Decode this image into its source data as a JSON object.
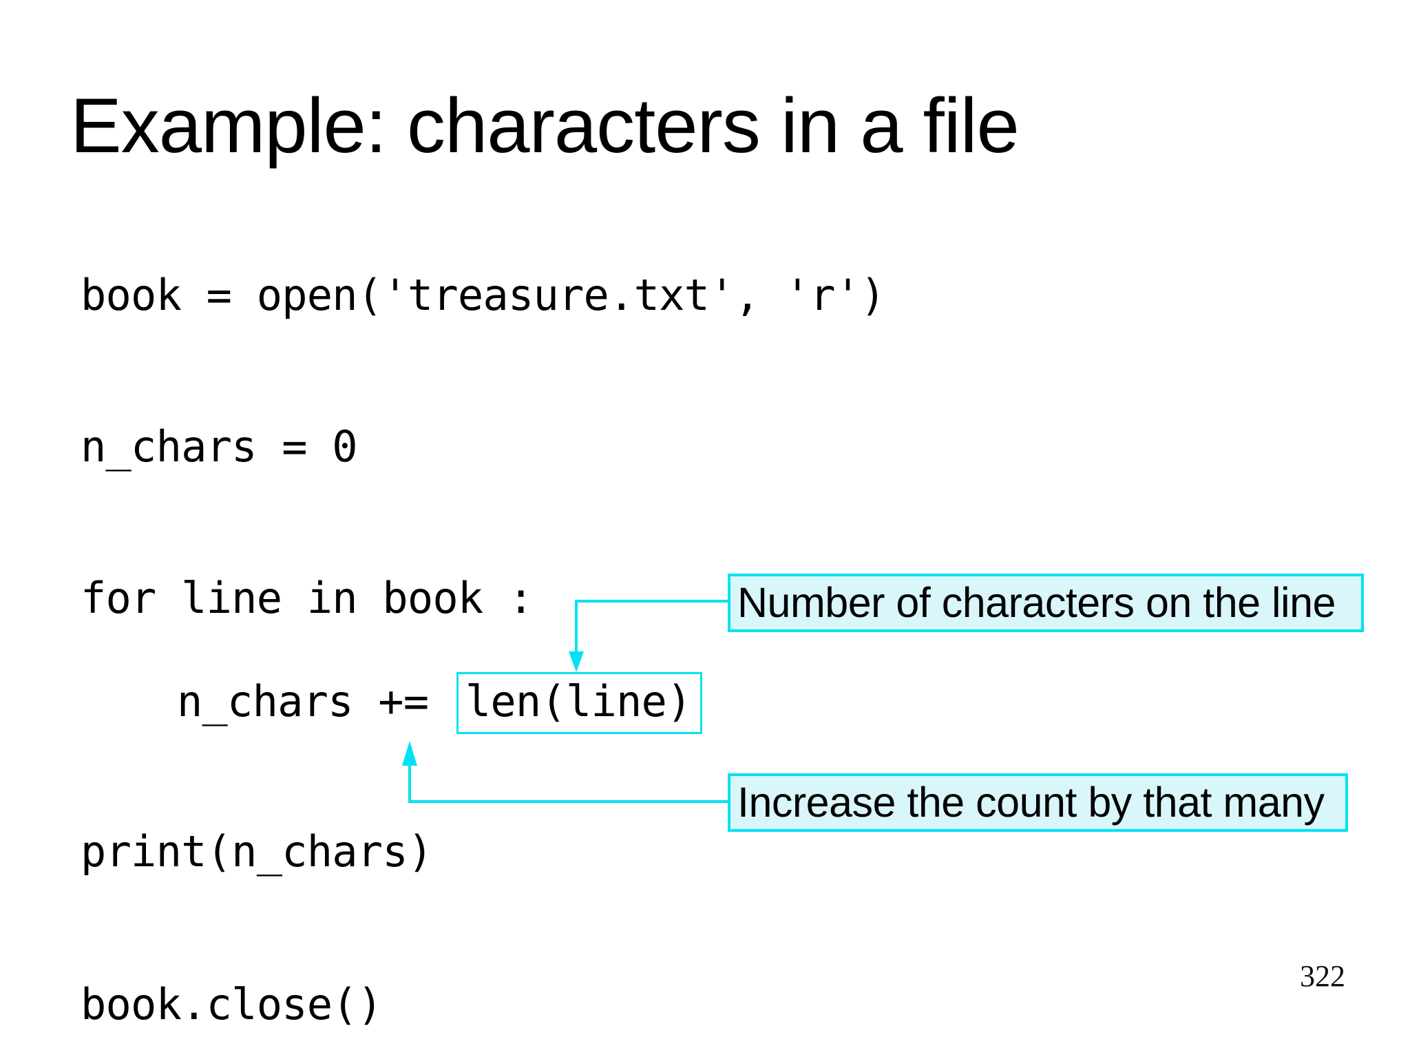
{
  "slide": {
    "title": "Example: characters in a file",
    "code": {
      "line1": "book = open('treasure.txt', 'r')",
      "line2": "n_chars = 0",
      "line3": "for line in book :",
      "line4_prefix": "n_chars += ",
      "line4_boxed": "len(line)",
      "line5": "print(n_chars)",
      "line6": "book.close()"
    },
    "callouts": [
      {
        "text": "Number of characters on the line"
      },
      {
        "text": "Increase the count by that many"
      }
    ],
    "page_number": "322",
    "colors": {
      "accent": "#00e2f3",
      "callout_fill": "#d9f6fa"
    }
  }
}
